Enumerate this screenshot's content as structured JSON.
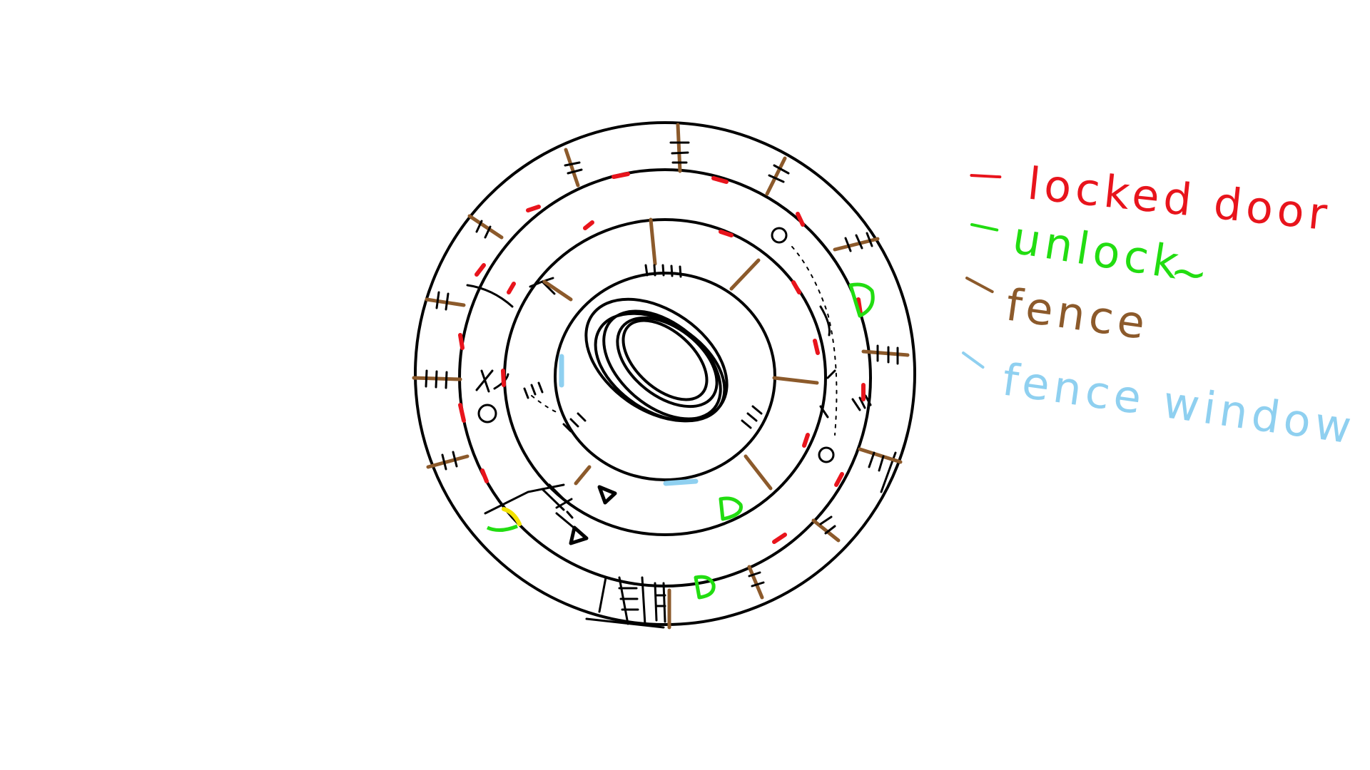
{
  "legend": {
    "items": [
      {
        "dash": "-",
        "label": "locked door",
        "color": "#e8141c"
      },
      {
        "dash": "-",
        "label": "unlock",
        "suffix": "~",
        "color": "#22dd11"
      },
      {
        "dash": "-",
        "label": "fence",
        "color": "#8c5a2b"
      },
      {
        "dash": "-",
        "label": "fence window",
        "color": "#8fd0f0"
      }
    ]
  },
  "colors": {
    "ink": "#000000",
    "locked_door": "#e8141c",
    "unlock": "#22dd11",
    "fence": "#8c5a2b",
    "fence_window": "#8fd0f0",
    "highlight": "#f2e200",
    "background": "#ffffff"
  },
  "map": {
    "rings": 4,
    "icons": [
      "triangle-marker-icon",
      "triangle-marker-icon",
      "key-icon",
      "key-icon",
      "scribble-core-icon",
      "ladder-icon"
    ]
  }
}
